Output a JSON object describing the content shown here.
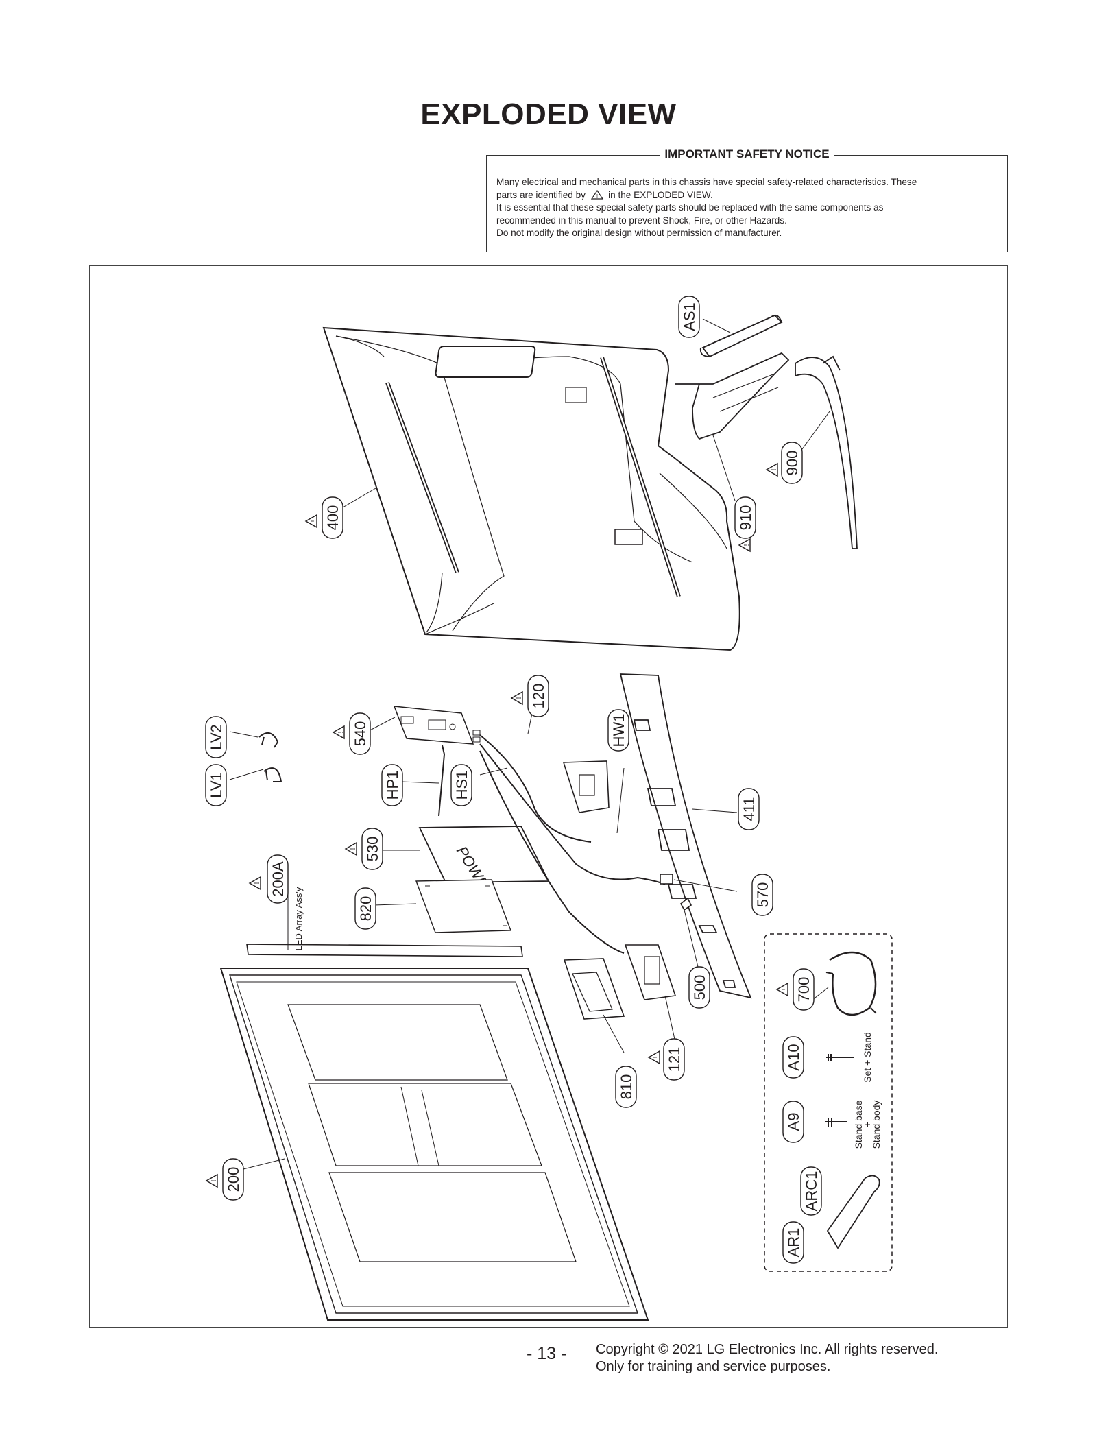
{
  "page": {
    "title": "EXPLODED VIEW",
    "page_number": "- 13 -",
    "copyright_line1": "Copyright © 2021 LG Electronics Inc. All rights reserved.",
    "copyright_line2": "Only for training and service purposes."
  },
  "notice": {
    "heading": "IMPORTANT SAFETY NOTICE",
    "line1": "Many electrical and mechanical parts in this chassis have special safety-related characteristics. These",
    "line2_before": "parts are identified by",
    "line2_after": "in the EXPLODED VIEW.",
    "line3": "It is essential that these special safety parts should be replaced with the same components as",
    "line4": "recommended in this manual to prevent Shock, Fire, or other Hazards.",
    "line5": "Do not modify the original design without permission of manufacturer."
  },
  "parts": {
    "as1": "AS1",
    "p900": "900",
    "p910": "910",
    "p400": "400",
    "p120": "120",
    "hw1": "HW1",
    "p540": "540",
    "lv2": "LV2",
    "lv1": "LV1",
    "hp1": "HP1",
    "hs1": "HS1",
    "p411": "411",
    "p530": "530",
    "p570": "570",
    "p200a": "200A",
    "p820": "820",
    "p500": "500",
    "p700": "700",
    "p810": "810",
    "p121": "121",
    "a10": "A10",
    "a9": "A9",
    "arc1": "ARC1",
    "ar1": "AR1",
    "p200": "200"
  },
  "annotations": {
    "led_array": "LED Array Ass'y",
    "set_stand": "Set + Stand",
    "stand_base": "Stand base",
    "plus": "+",
    "stand_body": "Stand body",
    "power_label": "POWER"
  }
}
